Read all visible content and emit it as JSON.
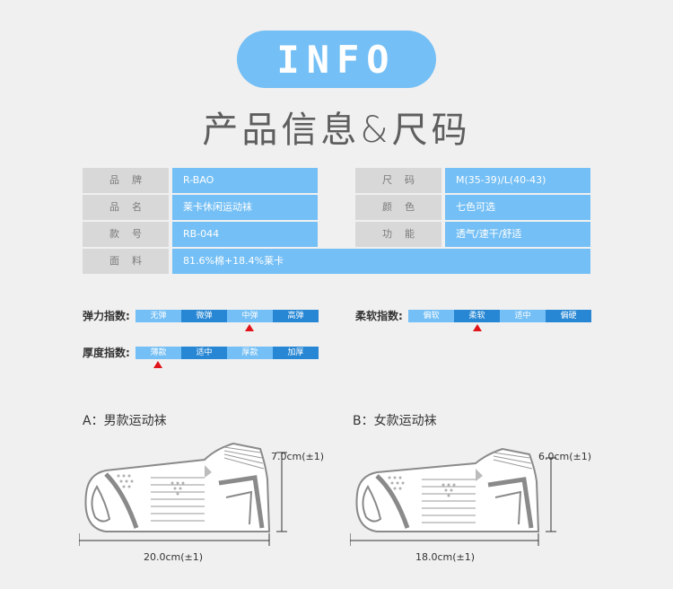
{
  "header": {
    "badge": "INFO",
    "title": "产品信息&尺码"
  },
  "info_table": {
    "rows": [
      {
        "left_label": "品牌",
        "left_value": "R-BAO",
        "right_label": "尺码",
        "right_value": "M(35-39)/L(40-43)"
      },
      {
        "left_label": "品名",
        "left_value": "莱卡休闲运动袜",
        "right_label": "颜色",
        "right_value": "七色可选"
      },
      {
        "left_label": "款号",
        "left_value": "RB-044",
        "right_label": "功能",
        "right_value": "透气/速干/舒适"
      }
    ],
    "fabric": {
      "label": "面料",
      "value": "81.6%棉+18.4%莱卡"
    }
  },
  "indices": {
    "elasticity": {
      "label": "弹力指数:",
      "options": [
        "无弹",
        "微弹",
        "中弹",
        "高弹"
      ],
      "selected": 2
    },
    "softness": {
      "label": "柔软指数:",
      "options": [
        "偏软",
        "柔软",
        "适中",
        "偏硬"
      ],
      "selected": 1
    },
    "thickness": {
      "label": "厚度指数:",
      "options": [
        "薄款",
        "适中",
        "厚款",
        "加厚"
      ],
      "selected": 0
    }
  },
  "socks": {
    "men": {
      "title": "A：男款运动袜",
      "height": "7.0cm(±1)",
      "length": "20.0cm(±1)"
    },
    "women": {
      "title": "B：女款运动袜",
      "height": "6.0cm(±1)",
      "length": "18.0cm(±1)"
    }
  },
  "colors": {
    "accent": "#74bff5",
    "accent_dark": "#2787d4",
    "label_bg": "#d8d8d8",
    "marker": "#e0141a"
  }
}
